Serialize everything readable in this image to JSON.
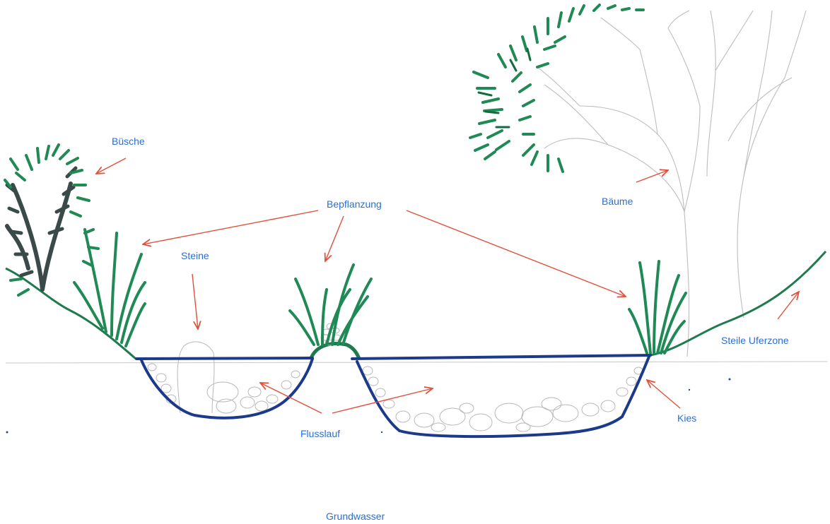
{
  "colors": {
    "label": "#2a6fd4",
    "arrow": "#e0503c",
    "water": "#1c3a8c",
    "plant": "#1f8a55",
    "plant_dark": "#3a4a48",
    "pencil": "#b5b5b5"
  },
  "labels": {
    "buesche": "Büsche",
    "bepflanzung": "Bepflanzung",
    "baeume": "Bäume",
    "steine": "Steine",
    "steile_uferzone": "Steile Uferzone",
    "kies": "Kies",
    "flusslauf": "Flusslauf",
    "grundwasser": "Grundwasser"
  }
}
